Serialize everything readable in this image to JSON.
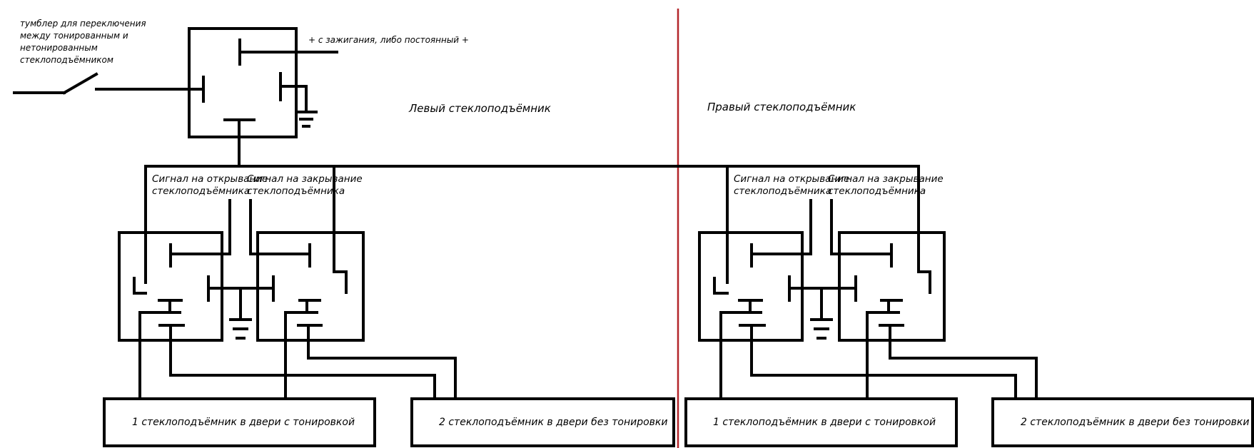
{
  "annotations": {
    "toggle_switch": [
      "тумблер для переключения",
      "между тонированным и",
      "нетонированным",
      "стеклоподъёмником"
    ],
    "ignition": "+ с зажигания, либо постоянный +",
    "left_title": "Левый стеклоподъёмник",
    "right_title": "Правый стеклоподъёмник"
  },
  "signals": {
    "open": [
      "Сигнал на открывание",
      "стеклоподъёмника"
    ],
    "close": [
      "Сигнал на закрывание",
      "стеклоподъёмника"
    ]
  },
  "motors": {
    "tinted": "1 стеклоподъёмник в двери с тонировкой",
    "untinted": "2 стеклоподъёмник в двери без тонировки"
  },
  "colors": {
    "wire": "#000000",
    "divider": "#b3262b",
    "background": "#ffffff"
  }
}
